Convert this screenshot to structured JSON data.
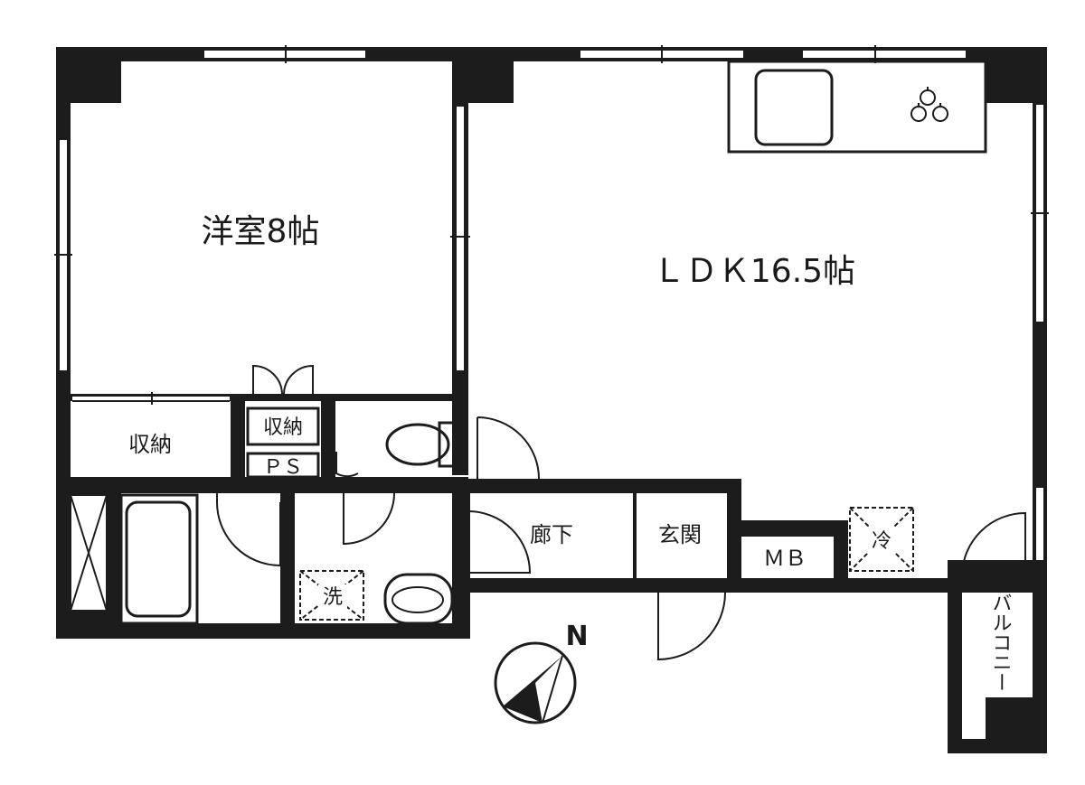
{
  "rooms": {
    "western_room": "洋室8帖",
    "ldk": "ＬＤＫ16.5帖",
    "storage_left": "収納",
    "storage_small": "収納",
    "ps": "ＰＳ",
    "hallway": "廊下",
    "entrance": "玄関",
    "mb": "ＭＢ",
    "balcony": "バルコニー"
  },
  "fixtures": {
    "washer": "洗",
    "fridge": "冷"
  },
  "compass": {
    "north": "N"
  },
  "colors": {
    "wall": "#1c1c1c",
    "background": "#ffffff"
  }
}
